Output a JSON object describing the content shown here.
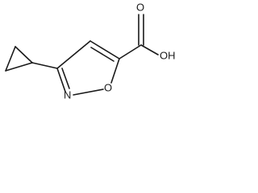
{
  "molecule": {
    "atom_labels": {
      "hydroxyl": "OH",
      "carbonyl_oxygen": "O",
      "ring_nitrogen": "N",
      "ring_oxygen": "O"
    }
  }
}
